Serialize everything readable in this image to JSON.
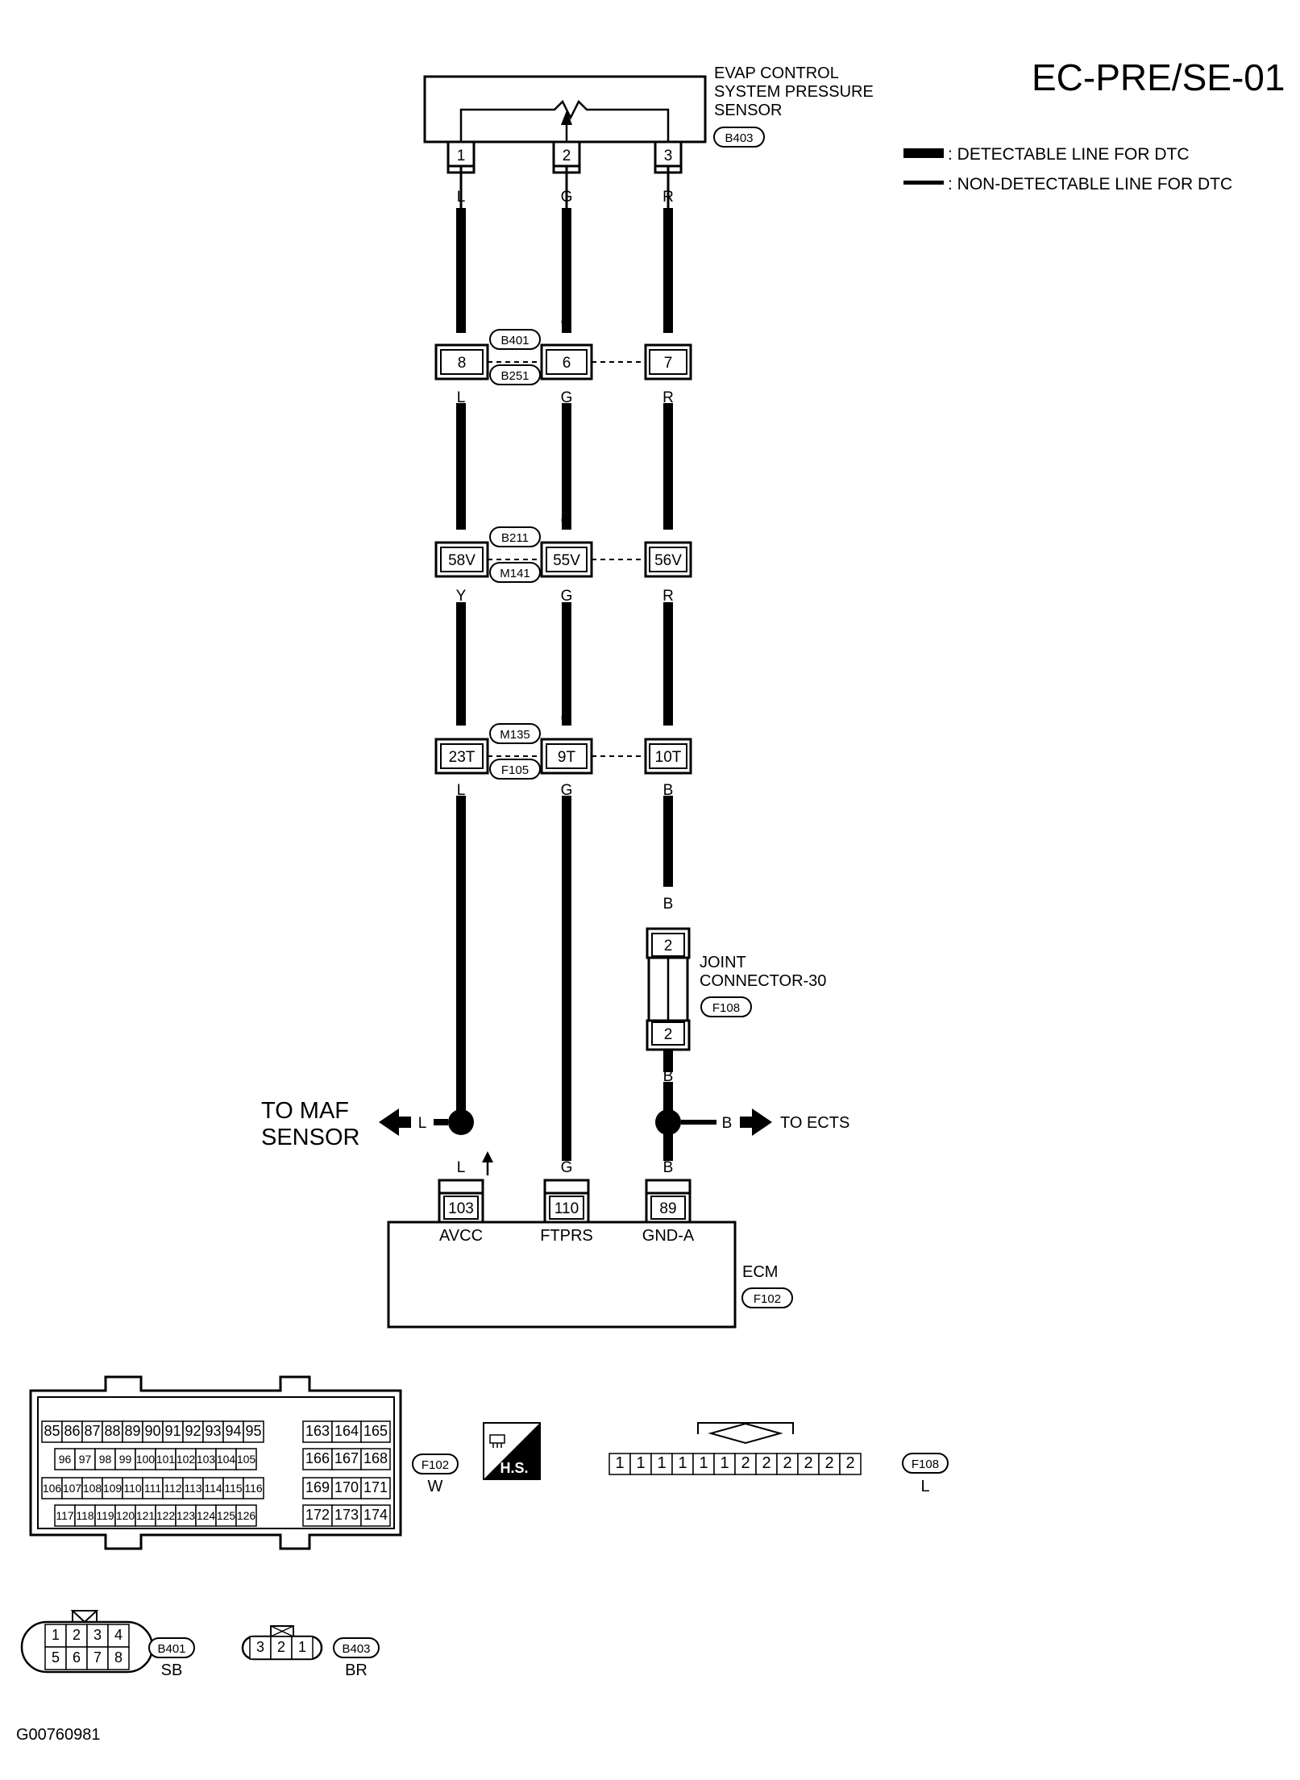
{
  "title": "EC-PRE/SE-01",
  "legend": [
    {
      "label": ": DETECTABLE LINE FOR DTC",
      "style": "thick"
    },
    {
      "label": ": NON-DETECTABLE LINE FOR DTC",
      "style": "thin"
    }
  ],
  "sensor": {
    "name_lines": [
      "EVAP CONTROL",
      "SYSTEM PRESSURE",
      "SENSOR"
    ],
    "connector": "B403",
    "pins": [
      "1",
      "2",
      "3"
    ]
  },
  "wires": [
    {
      "colors": [
        "L",
        "L",
        "L",
        "L",
        "Y",
        "Y",
        "L",
        "L"
      ],
      "terminal": "103",
      "signal": "AVCC"
    },
    {
      "colors": [
        "G",
        "G",
        "G",
        "G",
        "G",
        "G",
        "G",
        "G"
      ],
      "terminal": "110",
      "signal": "FTPRS"
    },
    {
      "colors": [
        "R",
        "R",
        "R",
        "R",
        "R",
        "R",
        "B",
        "B"
      ],
      "terminal": "89",
      "signal": "GND-A"
    }
  ],
  "junctions": [
    {
      "tag_top": "B401",
      "tag_bottom": "B251",
      "pins": [
        "8",
        "6",
        "7"
      ]
    },
    {
      "tag_top": "B211",
      "tag_bottom": "M141",
      "pins": [
        "58V",
        "55V",
        "56V"
      ]
    },
    {
      "tag_top": "M135",
      "tag_bottom": "F105",
      "pins": [
        "23T",
        "9T",
        "10T"
      ]
    }
  ],
  "joint_connector": {
    "name_lines": [
      "JOINT",
      "CONNECTOR-30"
    ],
    "connector": "F108",
    "pin_top": "2",
    "pin_bottom": "2",
    "wire_color_in": "B",
    "wire_color_out": "B"
  },
  "branch_left": {
    "label_lines": [
      "TO MAF",
      "SENSOR"
    ],
    "color": "L"
  },
  "branch_right": {
    "label": "TO ECTS",
    "color": "B"
  },
  "bottom_colors": [
    "L",
    "G",
    "B"
  ],
  "ecm": {
    "name": "ECM",
    "connector": "F102"
  },
  "connector_views": {
    "f102": {
      "tag": "F102",
      "color": "W",
      "rows": [
        [
          "85",
          "86",
          "87",
          "88",
          "89",
          "90",
          "91",
          "92",
          "93",
          "94",
          "95"
        ],
        [
          "96",
          "97",
          "98",
          "99",
          "100",
          "101",
          "102",
          "103",
          "104",
          "105"
        ],
        [
          "106",
          "107",
          "108",
          "109",
          "110",
          "111",
          "112",
          "113",
          "114",
          "115",
          "116"
        ],
        [
          "117",
          "118",
          "119",
          "120",
          "121",
          "122",
          "123",
          "124",
          "125",
          "126"
        ]
      ],
      "grid": [
        [
          "163",
          "164",
          "165"
        ],
        [
          "166",
          "167",
          "168"
        ],
        [
          "169",
          "170",
          "171"
        ],
        [
          "172",
          "173",
          "174"
        ]
      ]
    },
    "hs_label": "H.S.",
    "f108": {
      "tag": "F108",
      "color": "L",
      "pins": [
        "1",
        "1",
        "1",
        "1",
        "1",
        "1",
        "2",
        "2",
        "2",
        "2",
        "2",
        "2"
      ]
    },
    "b401": {
      "tag": "B401",
      "color": "SB",
      "top": [
        "1",
        "2",
        "3",
        "4"
      ],
      "bottom": [
        "5",
        "6",
        "7",
        "8"
      ]
    },
    "b403": {
      "tag": "B403",
      "color": "BR",
      "pins": [
        "3",
        "2",
        "1"
      ]
    }
  },
  "figure_id": "G00760981"
}
